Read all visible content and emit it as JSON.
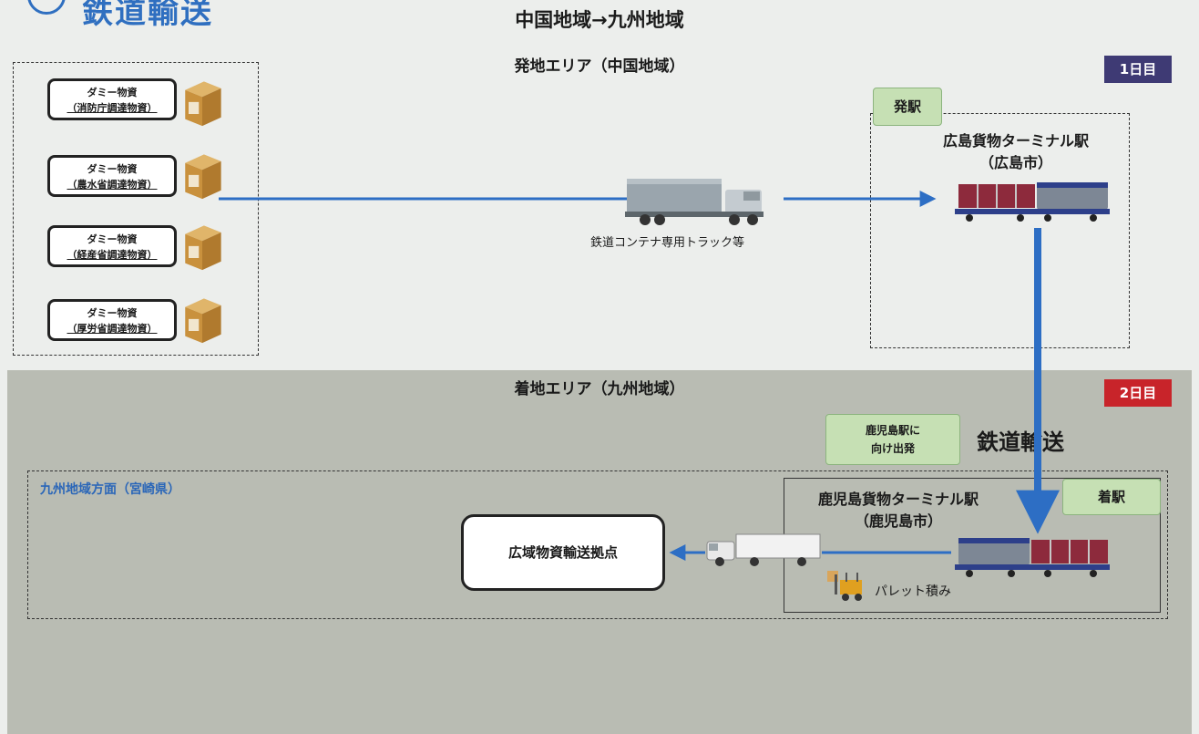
{
  "header": {
    "title": "鉄道輸送",
    "route": "中国地域→九州地域"
  },
  "origin_area": {
    "label": "発地エリア（中国地域）",
    "day": "1日目"
  },
  "supplies": [
    {
      "line1": "ダミー物資",
      "line2": "（消防庁調達物資）"
    },
    {
      "line1": "ダミー物資",
      "line2": "（農水省調達物資）"
    },
    {
      "line1": "ダミー物資",
      "line2": "（経産省調達物資）"
    },
    {
      "line1": "ダミー物資",
      "line2": "（厚労省調達物資）"
    }
  ],
  "truck": {
    "caption": "鉄道コンテナ専用トラック等"
  },
  "departure_station": {
    "tag": "発駅",
    "name": "広島貨物ターミナル駅",
    "city": "（広島市）"
  },
  "destination_area": {
    "label": "着地エリア（九州地域）",
    "day": "2日目"
  },
  "rail": {
    "note_line1": "鹿児島駅に",
    "note_line2": "向け出発",
    "label": "鉄道輸送"
  },
  "arrival_station": {
    "tag": "着駅",
    "name": "鹿児島貨物ターミナル駅",
    "city": "（鹿児島市）",
    "pallet_caption": "パレット積み"
  },
  "kyushu_region": {
    "label": "九州地域方面（宮崎県）"
  },
  "hub": {
    "label": "広域物資輸送拠点"
  },
  "colors": {
    "accent_blue": "#2f6fc0",
    "day1_badge": "#3e3a74",
    "day2_badge": "#c8242a",
    "tag_green": "#c6e0b4",
    "arrow_blue": "#2d6ec4"
  }
}
